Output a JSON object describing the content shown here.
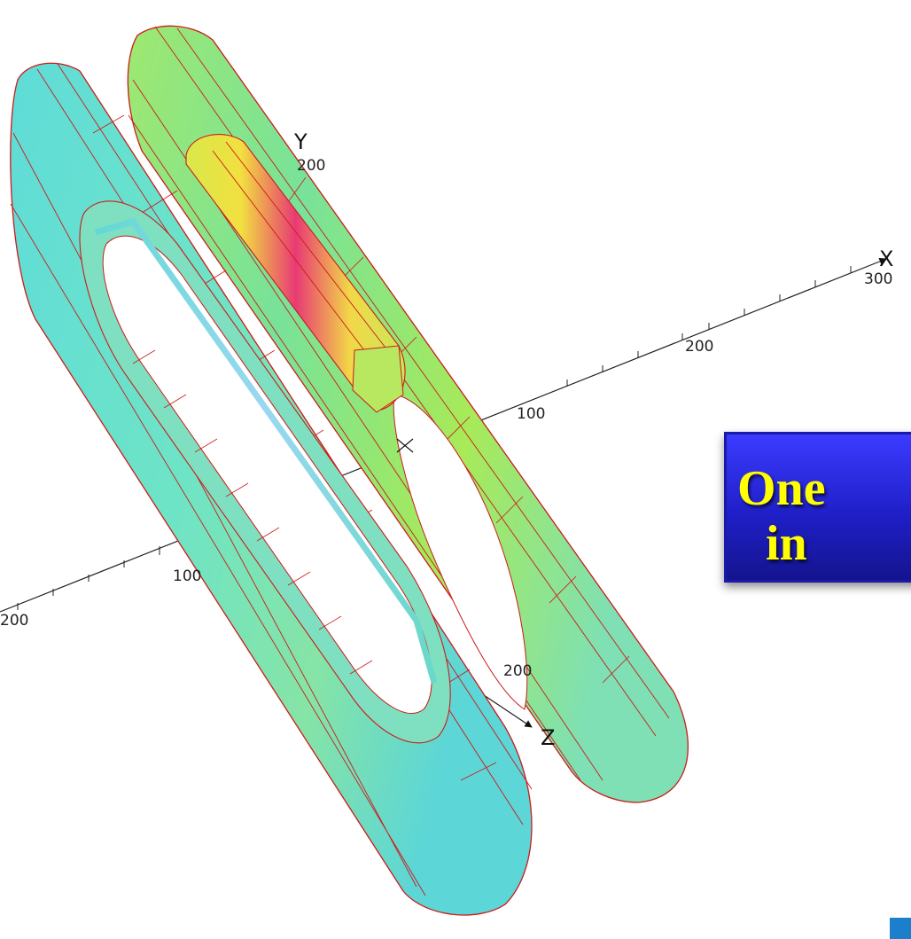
{
  "viewport": {
    "axes": {
      "x": {
        "letter": "X",
        "ticks": [
          "300",
          "200",
          "100"
        ]
      },
      "y": {
        "letter": "Y",
        "tick": "200"
      },
      "z": {
        "letter": "Z",
        "tick": "200"
      },
      "left": {
        "ticks": [
          "100",
          "200"
        ]
      }
    },
    "colors": {
      "mesh_lines": "#cc1a1a",
      "coil_face": "#66e6d8",
      "stress_mid": "#a6ec5a",
      "stress_high": "#e0e040",
      "stress_peak": "#e8306a"
    }
  },
  "callout": {
    "line1": "One",
    "line2": "in",
    "background": "#2323d6",
    "text_color": "#ffff00"
  }
}
